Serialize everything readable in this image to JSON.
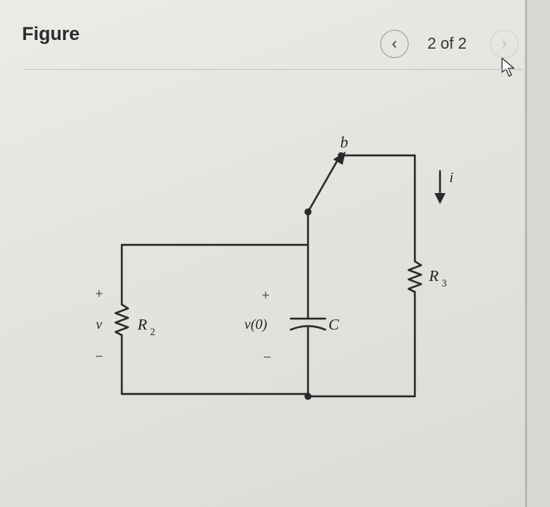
{
  "header": {
    "title": "Figure",
    "counter": "2 of 2",
    "prev_icon": "chevron-left-icon",
    "next_icon": "chevron-right-icon"
  },
  "circuit": {
    "switch_label": "b",
    "current_label": "i",
    "r3_label": "R",
    "r3_sub": "3",
    "r2_label": "R",
    "r2_sub": "2",
    "v_label": "v",
    "v_plus": "+",
    "v_minus": "−",
    "vc_label": "v(0)",
    "vc_plus": "+",
    "vc_minus": "−",
    "c_label": "C"
  }
}
